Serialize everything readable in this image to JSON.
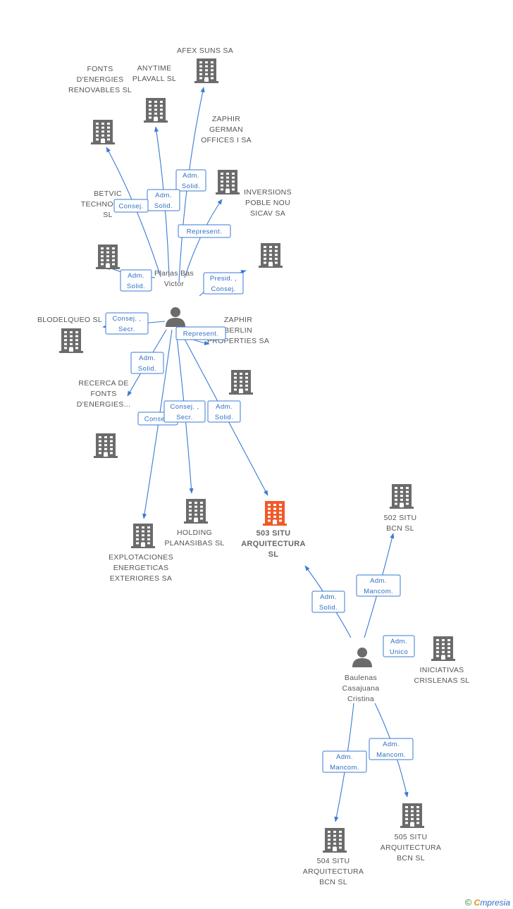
{
  "colors": {
    "building": "#6b6b6b",
    "focus": "#f05a28",
    "edge": "#3a7bd5",
    "person": "#6b6b6b"
  },
  "nodes": [
    {
      "id": "afex",
      "kind": "company",
      "label": [
        "AFEX SUNS SA"
      ]
    },
    {
      "id": "anytime",
      "kind": "company",
      "label": [
        "ANYTIME",
        "PLAVALL  SL"
      ]
    },
    {
      "id": "fonts",
      "kind": "company",
      "label": [
        "FONTS",
        "D'ENERGIES",
        "RENOVABLES SL"
      ]
    },
    {
      "id": "zaphir_german",
      "kind": "company",
      "label": [
        "ZAPHIR",
        "GERMAN",
        "OFFICES I SA"
      ]
    },
    {
      "id": "betvic",
      "kind": "company",
      "label": [
        "BETVIC",
        "TECHNOLOGY",
        "SL"
      ]
    },
    {
      "id": "inversions",
      "kind": "company",
      "label": [
        "INVERSIONS",
        "POBLE NOU",
        "SICAV SA"
      ]
    },
    {
      "id": "blodelqueo",
      "kind": "company",
      "label": [
        "BLODELQUEO SL"
      ]
    },
    {
      "id": "zaphir_berlin",
      "kind": "company",
      "label": [
        "ZAPHIR",
        "BERLIN",
        "PROPERTIES SA"
      ]
    },
    {
      "id": "recerca",
      "kind": "company",
      "label": [
        "RECERCA DE",
        "FONTS",
        "D'ENERGIES..."
      ]
    },
    {
      "id": "holding",
      "kind": "company",
      "label": [
        "HOLDING",
        "PLANASIBAS SL"
      ]
    },
    {
      "id": "situ503",
      "kind": "focus",
      "label": [
        "503 SITU",
        "ARQUITECTURA",
        "SL"
      ]
    },
    {
      "id": "explotaciones",
      "kind": "company",
      "label": [
        "EXPLOTACIONES",
        "ENERGETICAS",
        "EXTERIORES SA"
      ]
    },
    {
      "id": "situ502",
      "kind": "company",
      "label": [
        "502 SITU",
        "BCN  SL"
      ]
    },
    {
      "id": "iniciativas",
      "kind": "company",
      "label": [
        "INICIATIVAS",
        "CRISLENAS SL"
      ]
    },
    {
      "id": "situ504",
      "kind": "company",
      "label": [
        "504 SITU",
        "ARQUITECTURA",
        "BCN  SL"
      ]
    },
    {
      "id": "situ505",
      "kind": "company",
      "label": [
        "505 SITU",
        "ARQUITECTURA",
        "BCN  SL"
      ]
    },
    {
      "id": "planas",
      "kind": "person",
      "label": [
        "Planas Bas",
        "Victor"
      ]
    },
    {
      "id": "baulenas",
      "kind": "person",
      "label": [
        "Baulenas",
        "Casajuana",
        "Cristina"
      ]
    }
  ],
  "edges": [
    {
      "from": "planas",
      "to": "afex",
      "label": [
        "Adm.",
        "Solid."
      ]
    },
    {
      "from": "planas",
      "to": "anytime",
      "label": [
        "Adm.",
        "Solid."
      ]
    },
    {
      "from": "planas",
      "to": "fonts",
      "label": [
        "Consej."
      ]
    },
    {
      "from": "planas",
      "to": "zaphir_german",
      "label": [
        "Represent."
      ]
    },
    {
      "from": "planas",
      "to": "betvic",
      "label": [
        "Adm.",
        "Solid."
      ]
    },
    {
      "from": "planas",
      "to": "inversions",
      "label": [
        "Presid. ,",
        "Consej."
      ]
    },
    {
      "from": "planas",
      "to": "blodelqueo",
      "label": [
        "Consej. ,",
        "Secr."
      ]
    },
    {
      "from": "planas",
      "to": "zaphir_berlin",
      "label": [
        "Represent."
      ]
    },
    {
      "from": "planas",
      "to": "recerca",
      "label": [
        "Adm.",
        "Solid."
      ]
    },
    {
      "from": "planas",
      "to": "explotaciones",
      "label": [
        "Conse..."
      ]
    },
    {
      "from": "planas",
      "to": "holding",
      "label": [
        "Consej. ,",
        "Secr."
      ]
    },
    {
      "from": "planas",
      "to": "situ503",
      "label": [
        "Adm.",
        "Solid."
      ]
    },
    {
      "from": "baulenas",
      "to": "situ503",
      "label": [
        "Adm.",
        "Solid."
      ]
    },
    {
      "from": "baulenas",
      "to": "situ502",
      "label": [
        "Adm.",
        "Mancom."
      ]
    },
    {
      "from": "baulenas",
      "to": "iniciativas",
      "label": [
        "Adm.",
        "Unico"
      ]
    },
    {
      "from": "baulenas",
      "to": "situ504",
      "label": [
        "Adm.",
        "Mancom."
      ]
    },
    {
      "from": "baulenas",
      "to": "situ505",
      "label": [
        "Adm.",
        "Mancom."
      ]
    }
  ],
  "brand": {
    "copyright": "©",
    "first_letter": "C",
    "rest": "mpresia"
  }
}
